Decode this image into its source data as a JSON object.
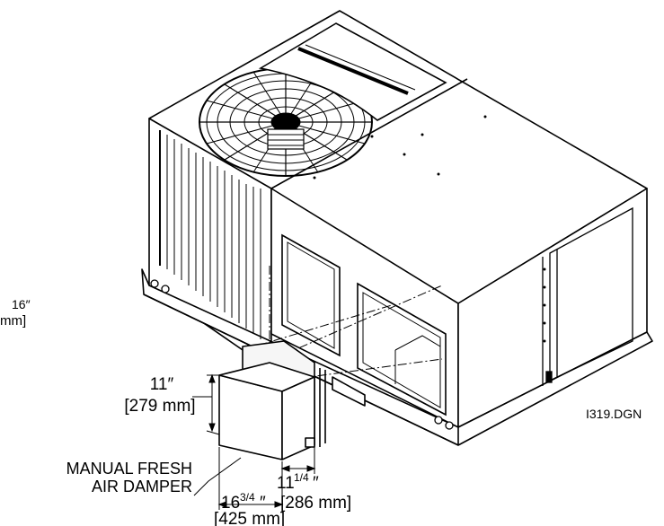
{
  "labels": {
    "left_cut_top": "16″",
    "left_cut_bottom": "mm]",
    "height_in": "11″",
    "height_mm": "[279 mm]",
    "depth_whole": "11",
    "depth_frac": "1/4",
    "depth_mark": "″",
    "depth_mm": "[286 mm]",
    "width_whole": "16",
    "width_frac": "3/4",
    "width_mark": "″",
    "width_mm": "[425 mm]",
    "damper_line1": "MANUAL FRESH",
    "damper_line2": "AIR DAMPER",
    "drawing_id": "I319.DGN"
  }
}
